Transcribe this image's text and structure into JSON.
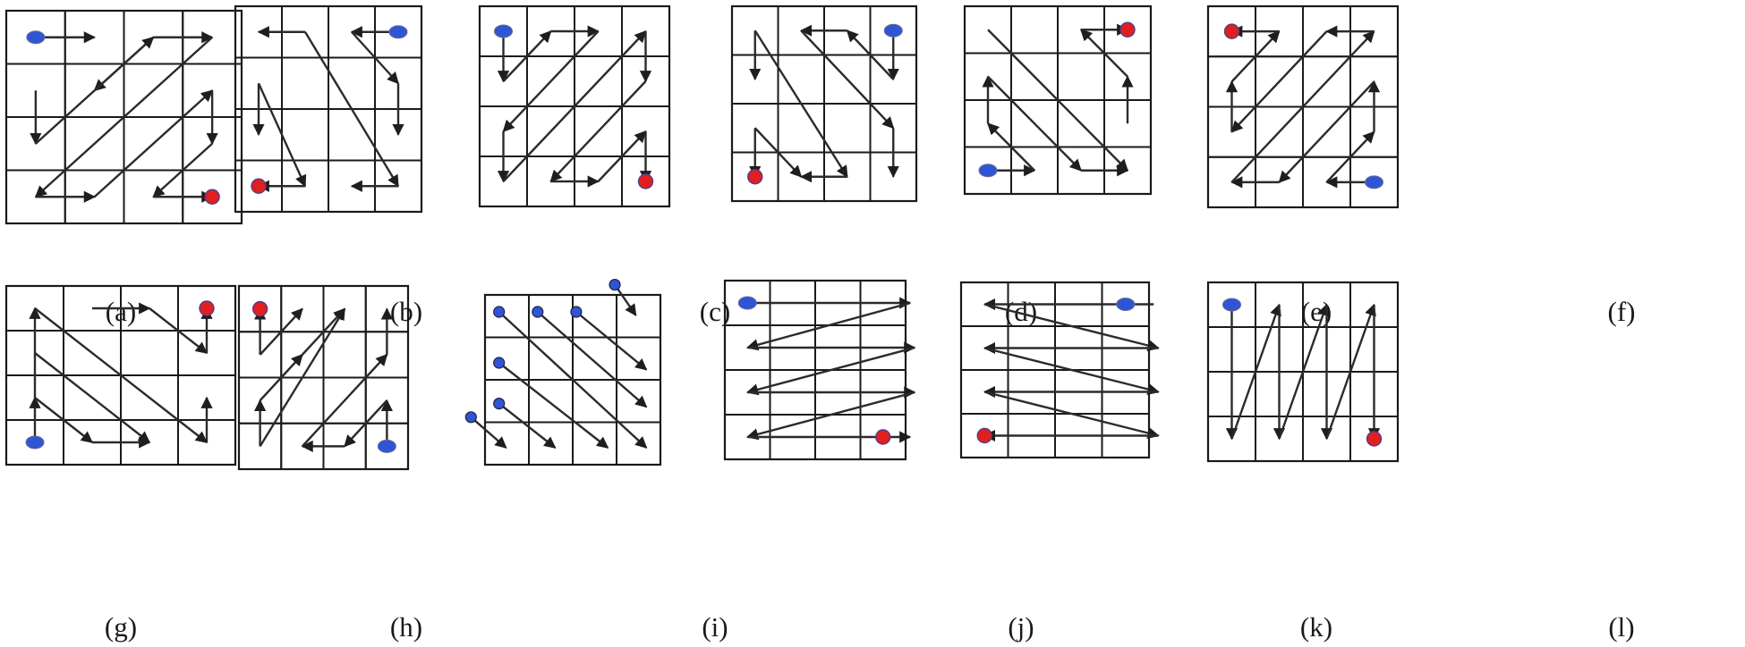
{
  "colors": {
    "start": "#2f55d4",
    "end": "#e0201f",
    "line": "#2b2b2b",
    "grid": "#1a1a1a"
  },
  "panels": [
    {
      "label": "(a)",
      "start": [
        0,
        0
      ],
      "end": [
        3,
        3
      ]
    },
    {
      "label": "(b)",
      "start": [
        3,
        0
      ],
      "end": [
        0,
        3
      ]
    },
    {
      "label": "(c)",
      "start": [
        0,
        0
      ],
      "end": [
        3,
        3
      ]
    },
    {
      "label": "(d)",
      "start": [
        3,
        0
      ],
      "end": [
        0,
        3
      ]
    },
    {
      "label": "(e)",
      "start": [
        0,
        3
      ],
      "end": [
        3,
        0
      ]
    },
    {
      "label": "(f)",
      "start": [
        3,
        3
      ],
      "end": [
        0,
        0
      ]
    },
    {
      "label": "(g)",
      "start": [
        0,
        3
      ],
      "end": [
        3,
        0
      ]
    },
    {
      "label": "(h)",
      "start": [
        3,
        3
      ],
      "end": [
        0,
        0
      ]
    },
    {
      "label": "(i)",
      "start": null,
      "end": null
    },
    {
      "label": "(j)",
      "start": [
        0,
        0
      ],
      "end": [
        3,
        3
      ]
    },
    {
      "label": "(k)",
      "start": [
        3,
        0
      ],
      "end": [
        0,
        3
      ]
    },
    {
      "label": "(l)",
      "start": [
        0,
        0
      ],
      "end": [
        3,
        3
      ]
    }
  ]
}
